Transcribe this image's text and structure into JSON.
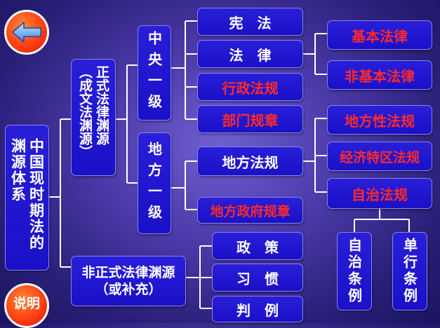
{
  "nav": {
    "back_icon": "left-arrow-icon",
    "explain_label": "说明"
  },
  "colors": {
    "box_fill": "#1a10c8",
    "highlight_text": "#ff2a2a",
    "normal_text": "#ffffff",
    "button": "#ff3a10"
  },
  "root": {
    "label": "中国现时期法的渊源体系"
  },
  "formal": {
    "label": "正式法律渊源（成文法渊源）",
    "central": {
      "label": "中央一级",
      "items": [
        "宪　法",
        "法　律",
        "行政法规",
        "部门规章"
      ],
      "law_types": [
        "基本法律",
        "非基本法律"
      ]
    },
    "local": {
      "label": "地方一级",
      "items": [
        "地方法规",
        "地方政府规章"
      ],
      "regulation_types": [
        "地方性法规",
        "经济特区法规",
        "自治法规"
      ],
      "autonomy_types": [
        "自治条例",
        "单行条例"
      ]
    }
  },
  "informal": {
    "label": "非正式法律渊源（或补充）",
    "items": [
      "政　策",
      "习　惯",
      "判　例"
    ]
  }
}
